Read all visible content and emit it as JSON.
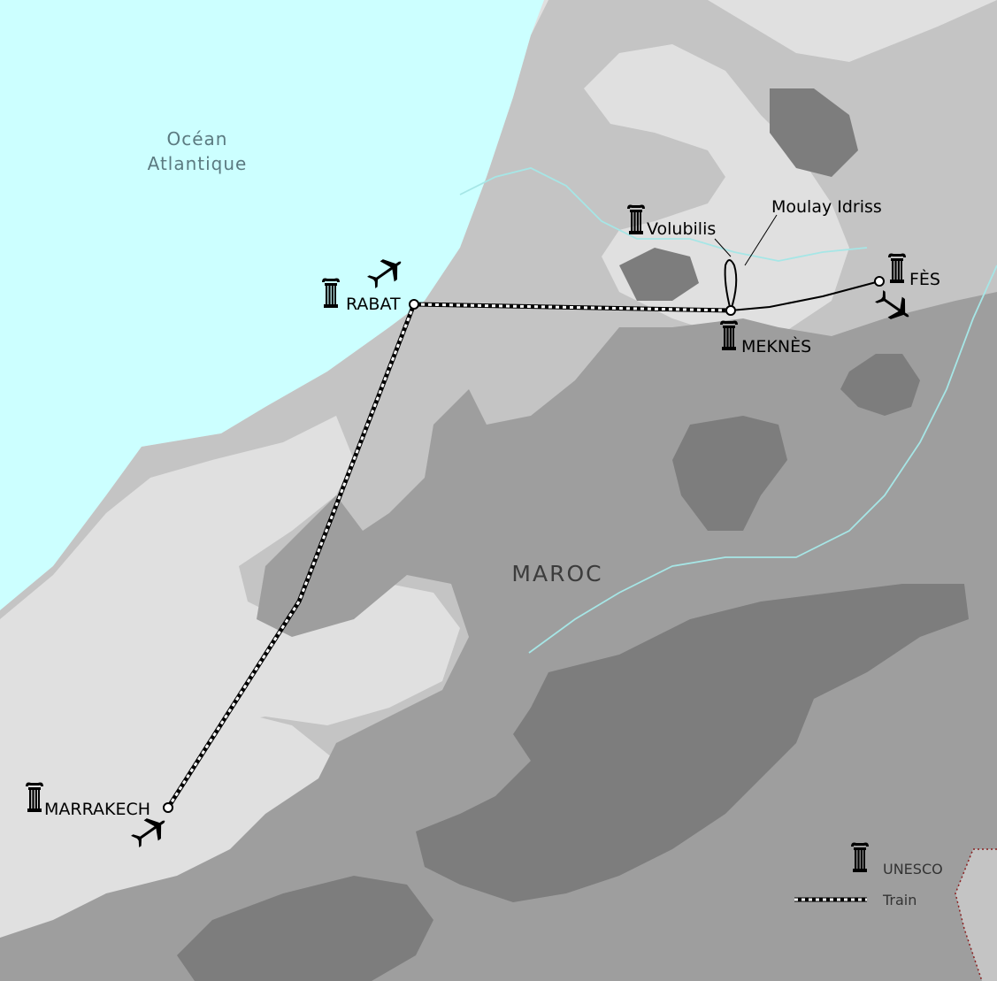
{
  "map": {
    "ocean_label": [
      "Océan",
      "Atlantique"
    ],
    "country_label": "MAROC",
    "cities": [
      {
        "name": "RABAT",
        "unesco": true,
        "airport": true
      },
      {
        "name": "MEKNÈS",
        "unesco": true,
        "airport": false
      },
      {
        "name": "FÈS",
        "unesco": true,
        "airport": true
      },
      {
        "name": "MARRAKECH",
        "unesco": true,
        "airport": true
      }
    ],
    "sites": [
      {
        "name": "Volubilis",
        "unesco": true
      },
      {
        "name": "Moulay Idriss",
        "unesco": false
      }
    ],
    "routes": [
      {
        "from": "MARRAKECH",
        "to": "RABAT",
        "mode": "train"
      },
      {
        "from": "RABAT",
        "to": "MEKNÈS",
        "mode": "train"
      },
      {
        "from": "MEKNÈS",
        "to": "FÈS",
        "mode": "road"
      },
      {
        "from": "MEKNÈS",
        "to": "Moulay Idriss",
        "mode": "excursion-loop"
      }
    ],
    "colors": {
      "ocean": "#ccffff",
      "land_low": "#e0e0e0",
      "land_mid": "#c4c4c4",
      "land_high": "#9e9e9e",
      "land_peak": "#7d7d7d",
      "river": "#a6e6e6"
    }
  },
  "legend": {
    "unesco_label": "UNESCO",
    "train_label": "Train"
  },
  "icons": {
    "unesco": "column-icon",
    "airport": "airplane-icon"
  }
}
